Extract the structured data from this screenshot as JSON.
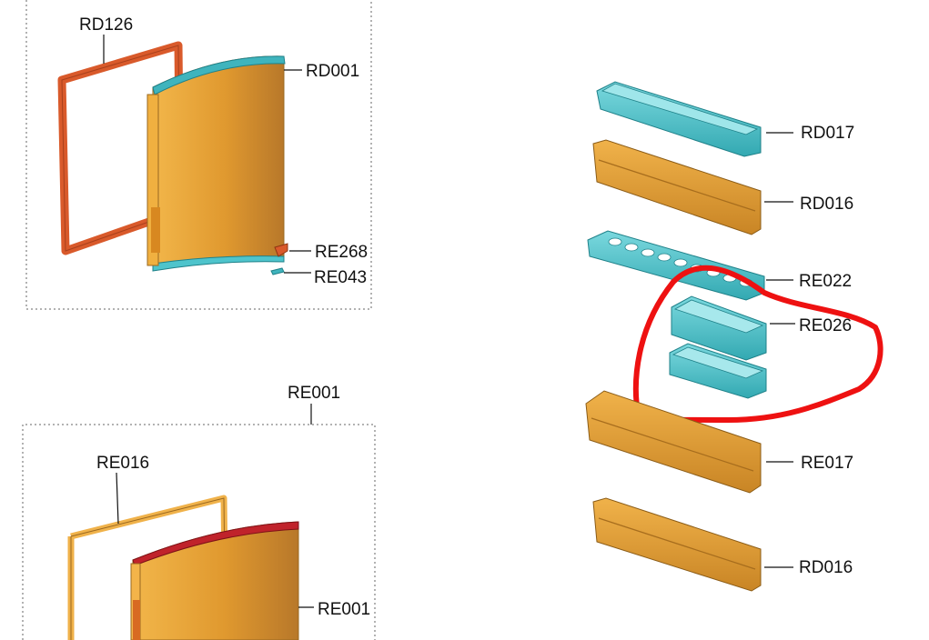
{
  "colors": {
    "cyan": "#4ec4cc",
    "cyan_dark": "#2a9aa3",
    "orange": "#e6a23a",
    "orange_dark": "#b5761e",
    "gasket": "#d95a2b",
    "red_edge": "#c0232b",
    "highlight": "#ee1111"
  },
  "labels": {
    "rd126": "RD126",
    "rd001": "RD001",
    "re268": "RE268",
    "re043": "RE043",
    "re001_group": "RE001",
    "re016": "RE016",
    "re001_door": "RE001",
    "rd017": "RD017",
    "rd016_top": "RD016",
    "re022": "RE022",
    "re026": "RE026",
    "re017": "RE017",
    "rd016_bottom": "RD016"
  }
}
